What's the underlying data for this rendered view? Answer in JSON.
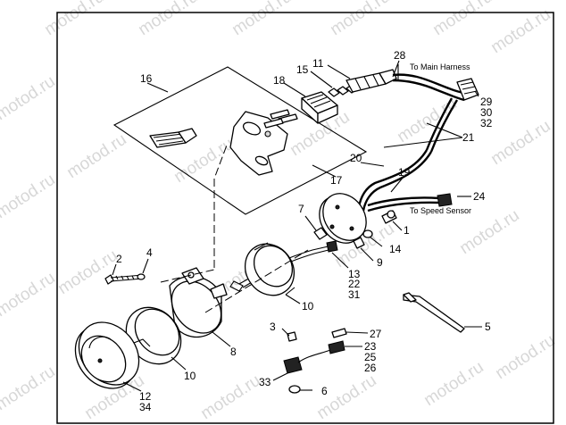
{
  "watermark": "motod.ru",
  "labels": {
    "to_main_harness": "To Main Harness",
    "to_speed_sensor": "To Speed Sensor"
  },
  "callouts": {
    "c1": "1",
    "c2": "2",
    "c3": "3",
    "c4": "4",
    "c5": "5",
    "c6": "6",
    "c7": "7",
    "c8": "8",
    "c9": "9",
    "c10a": "10",
    "c10b": "10",
    "c11": "11",
    "c12": "12",
    "c13": "13",
    "c14": "14",
    "c15": "15",
    "c16": "16",
    "c17": "17",
    "c18": "18",
    "c19": "19",
    "c20": "20",
    "c21": "21",
    "c22": "22",
    "c23": "23",
    "c24": "24",
    "c25": "25",
    "c26": "26",
    "c27": "27",
    "c28": "28",
    "c29": "29",
    "c30": "30",
    "c31": "31",
    "c32": "32",
    "c33": "33",
    "c34": "34"
  }
}
